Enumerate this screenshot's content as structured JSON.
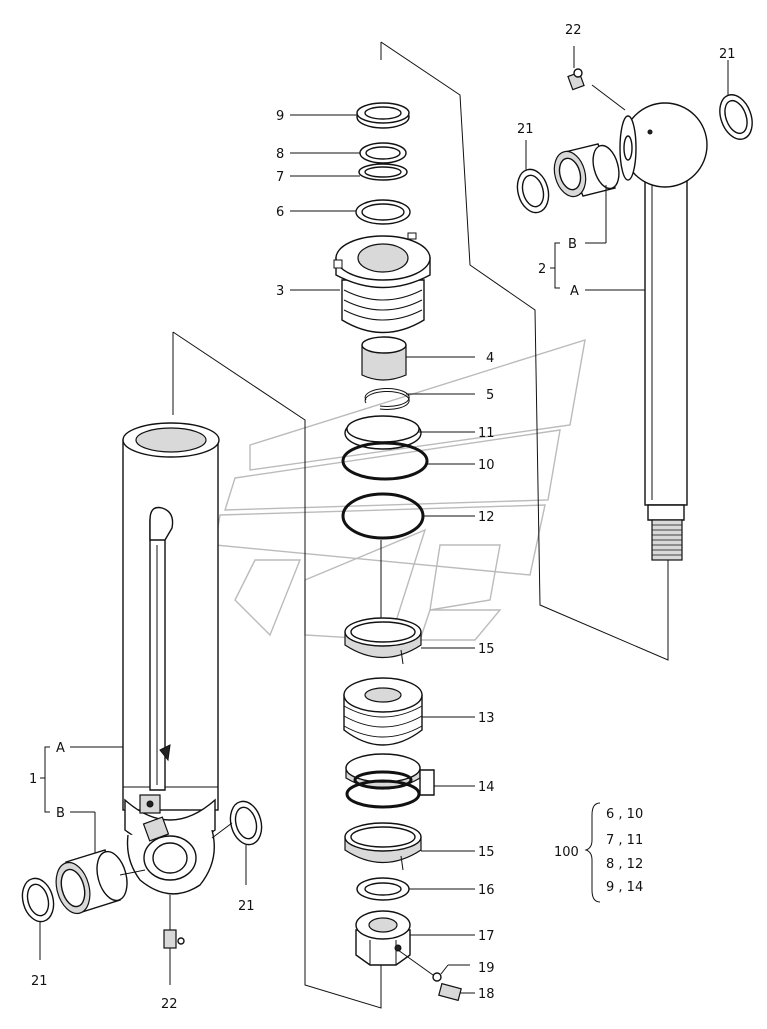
{
  "labels": {
    "p22_top": "22",
    "p21_top_right": "21",
    "p9": "9",
    "p8": "8",
    "p7": "7",
    "p6": "6",
    "p3": "3",
    "p21_rod": "21",
    "p2": "2",
    "p2_B": "B",
    "p2_A": "A",
    "p4": "4",
    "p5": "5",
    "p11": "11",
    "p10": "10",
    "p12": "12",
    "p15_a": "15",
    "p13": "13",
    "p14": "14",
    "p15_b": "15",
    "p16": "16",
    "p17": "17",
    "p19": "19",
    "p18": "18",
    "p1": "1",
    "p1_A": "A",
    "p1_B": "B",
    "p21_cyl": "21",
    "p21_bottom": "21",
    "p22_bottom": "22"
  },
  "kit": {
    "number": "100",
    "rows": [
      "6 , 10",
      "7 , 11",
      "8 , 12",
      "9 , 14"
    ]
  }
}
